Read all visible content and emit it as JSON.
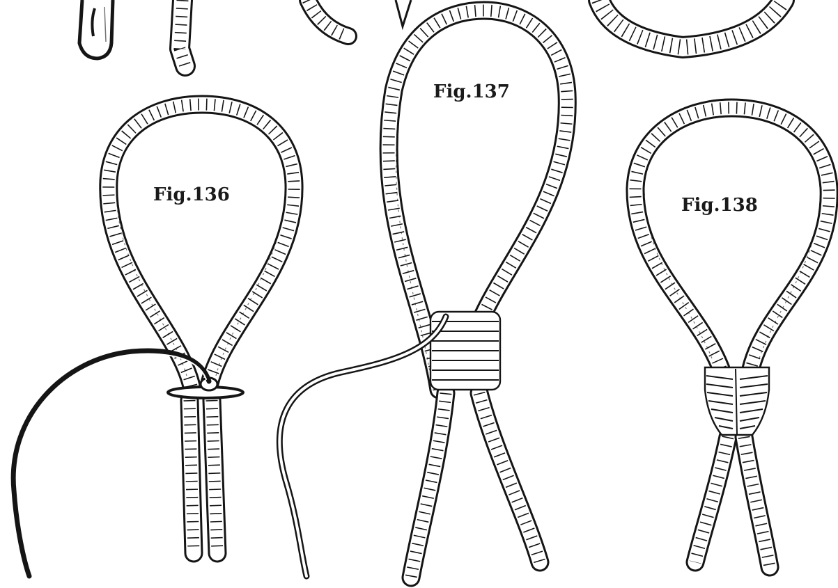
{
  "figures": {
    "fig136": {
      "label": "Fig.136"
    },
    "fig137": {
      "label": "Fig.137"
    },
    "fig138": {
      "label": "Fig.138"
    }
  }
}
